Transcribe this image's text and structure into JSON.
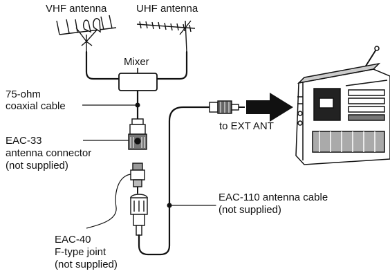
{
  "labels": {
    "vhf_antenna": "VHF antenna",
    "uhf_antenna": "UHF antenna",
    "mixer": "Mixer",
    "coax_line1": "75-ohm",
    "coax_line2": "coaxial cable",
    "eac33_line1": "EAC-33",
    "eac33_line2": "antenna connector",
    "eac33_line3": "(not supplied)",
    "to_ext_ant": "to EXT ANT",
    "eac110_line1": "EAC-110 antenna cable",
    "eac110_line2": "(not supplied)",
    "eac40_line1": "EAC-40",
    "eac40_line2": "F-type joint",
    "eac40_line3": "(not supplied)"
  },
  "colors": {
    "ink": "#111111",
    "paper": "#ffffff",
    "shade": "#9a9a9a",
    "screen": "#222222"
  }
}
